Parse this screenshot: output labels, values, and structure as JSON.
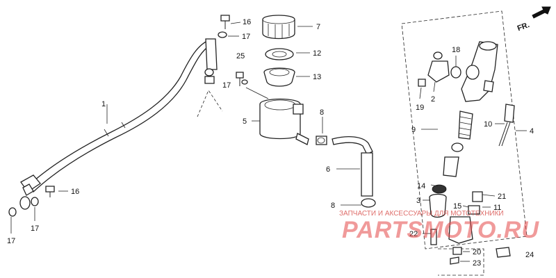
{
  "direction_label": "FR.",
  "callouts": {
    "p1": "1",
    "p2": "2",
    "p3": "3",
    "p4": "4",
    "p5": "5",
    "p6": "6",
    "p7": "7",
    "p8a": "8",
    "p8b": "8",
    "p9": "9",
    "p10": "10",
    "p11": "11",
    "p12": "12",
    "p13": "13",
    "p14": "14",
    "p15": "15",
    "p16a": "16",
    "p16b": "16",
    "p17a": "17",
    "p17b": "17",
    "p17c": "17",
    "p17d": "17",
    "p18": "18",
    "p19": "19",
    "p20": "20",
    "p21": "21",
    "p22": "22",
    "p23": "23",
    "p24": "24",
    "p25": "25"
  },
  "watermark": {
    "caption": "ЗАПЧАСТИ И АКСЕССУАРЫ ДЛЯ МОТОТЕХНИКИ",
    "logo": "PARTSMOTO.RU"
  },
  "colors": {
    "lines": "#222222",
    "watermark": "#e54848"
  }
}
